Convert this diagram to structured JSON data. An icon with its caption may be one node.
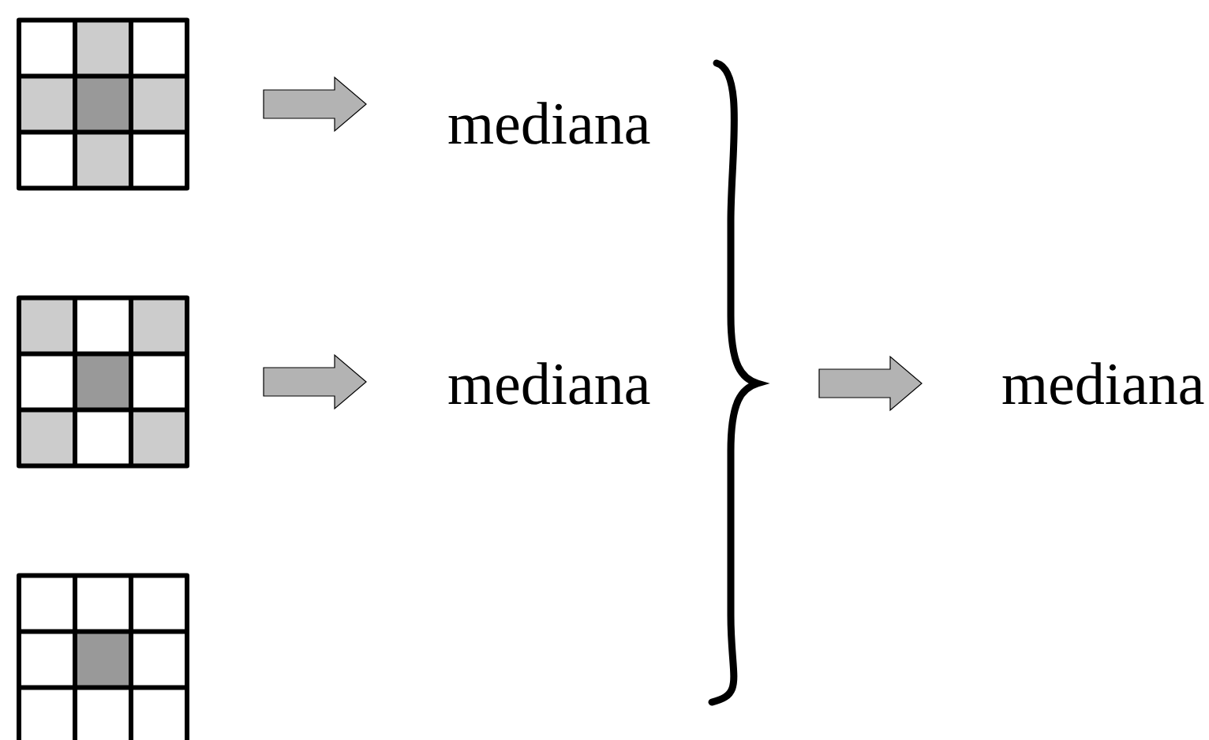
{
  "diagram": {
    "nodes": [
      {
        "text": [],
        "shape": "grid"
      },
      {
        "text": [
          "mediana"
        ]
      },
      {
        "text": [],
        "shape": "grid"
      },
      {
        "text": [
          "mediana"
        ]
      },
      {
        "text": [],
        "shape": "brace"
      },
      {
        "text": [
          "mediana"
        ]
      },
      {
        "text": [],
        "shape": "grid"
      }
    ],
    "edges": [
      {
        "from": 0,
        "to": 1,
        "arrow": "to"
      },
      {
        "from": 2,
        "to": 3,
        "arrow": "to"
      },
      {
        "from": 4,
        "to": 5,
        "arrow": "to"
      }
    ]
  }
}
